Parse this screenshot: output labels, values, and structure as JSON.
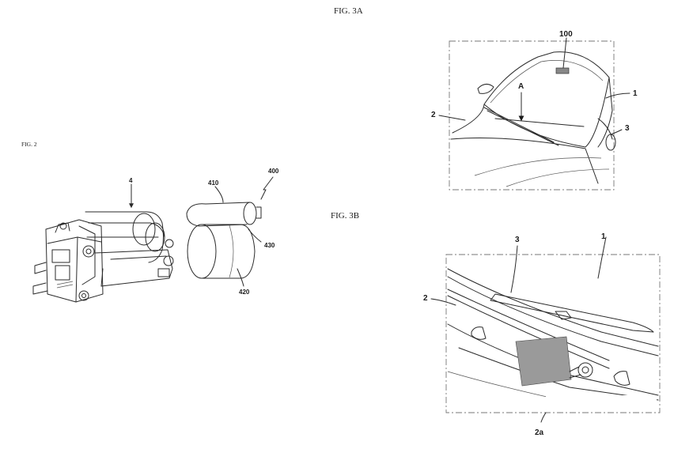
{
  "captions": {
    "fig2": "FIG. 2",
    "fig3a": "FIG. 3A",
    "fig3b": "FIG. 3B"
  },
  "fig2_labels": {
    "washer_unit": "4",
    "heater_assembly": "400",
    "heater_top": "410",
    "heater_sleeve": "420",
    "heater_tab": "430"
  },
  "fig3a_labels": {
    "sensor": "100",
    "windshield": "1",
    "cowl": "2",
    "wiper": "3",
    "view_arrow": "A"
  },
  "fig3b_labels": {
    "windshield": "1",
    "cowl": "2",
    "wiper": "3",
    "cowl_part": "2a"
  }
}
